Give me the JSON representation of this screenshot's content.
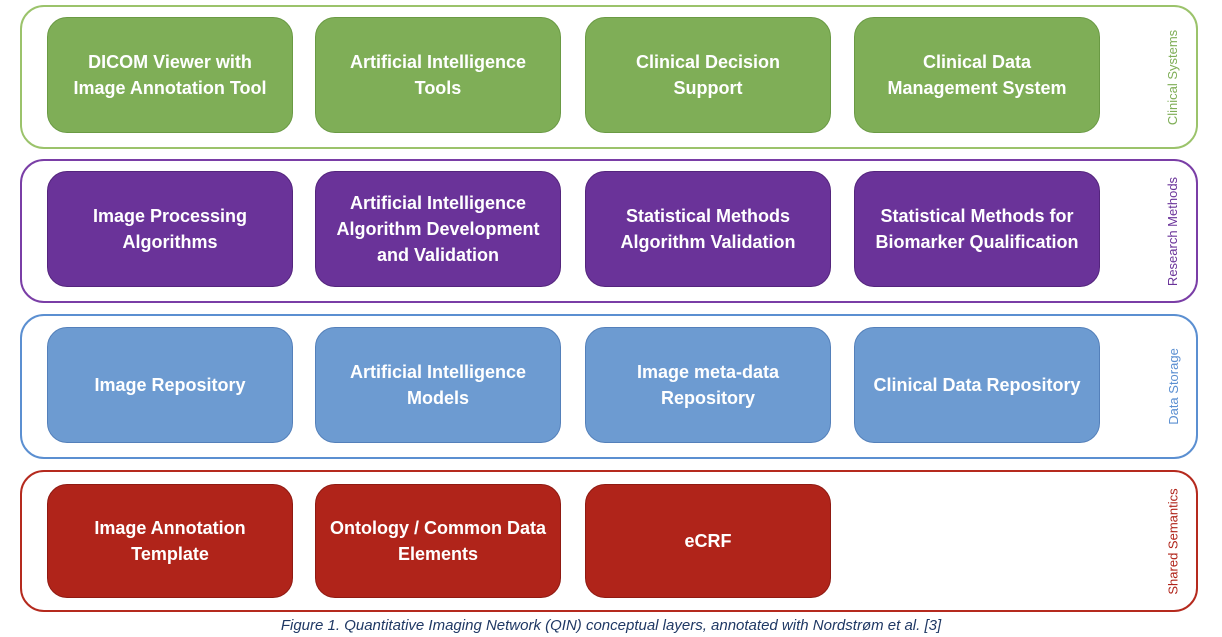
{
  "layers": [
    {
      "key": "clinical",
      "label": "Clinical Systems",
      "border_color": "#9bc36b",
      "box_color": "#7fae57",
      "box_border": "#6a9a44",
      "label_color": "#7fae57",
      "boxes": [
        "DICOM Viewer with Image Annotation Tool",
        "Artificial Intelligence Tools",
        "Clinical Decision Support",
        "Clinical Data Management System"
      ]
    },
    {
      "key": "research",
      "label": "Research Methods",
      "border_color": "#7a3ea6",
      "box_color": "#6a3399",
      "box_border": "#54257d",
      "label_color": "#6a3399",
      "boxes": [
        "Image Processing Algorithms",
        "Artificial Intelligence Algorithm Development and Validation",
        "Statistical Methods Algorithm Validation",
        "Statistical Methods for Biomarker Qualification"
      ]
    },
    {
      "key": "storage",
      "label": "Data Storage",
      "border_color": "#5b8fd1",
      "box_color": "#6d9bd1",
      "box_border": "#5480ba",
      "label_color": "#5b8fd1",
      "boxes": [
        "Image Repository",
        "Artificial Intelligence Models",
        "Image meta-data Repository",
        "Clinical Data Repository"
      ]
    },
    {
      "key": "semantics",
      "label": "Shared Semantics",
      "border_color": "#b52a1e",
      "box_color": "#b0241a",
      "box_border": "#8f1a12",
      "label_color": "#b0241a",
      "boxes": [
        "Image Annotation Template",
        "Ontology / Common Data Elements",
        "eCRF"
      ]
    }
  ],
  "caption": "Figure 1. Quantitative Imaging Network (QIN) conceptual layers, annotated with Nordstrøm et al. [3]"
}
